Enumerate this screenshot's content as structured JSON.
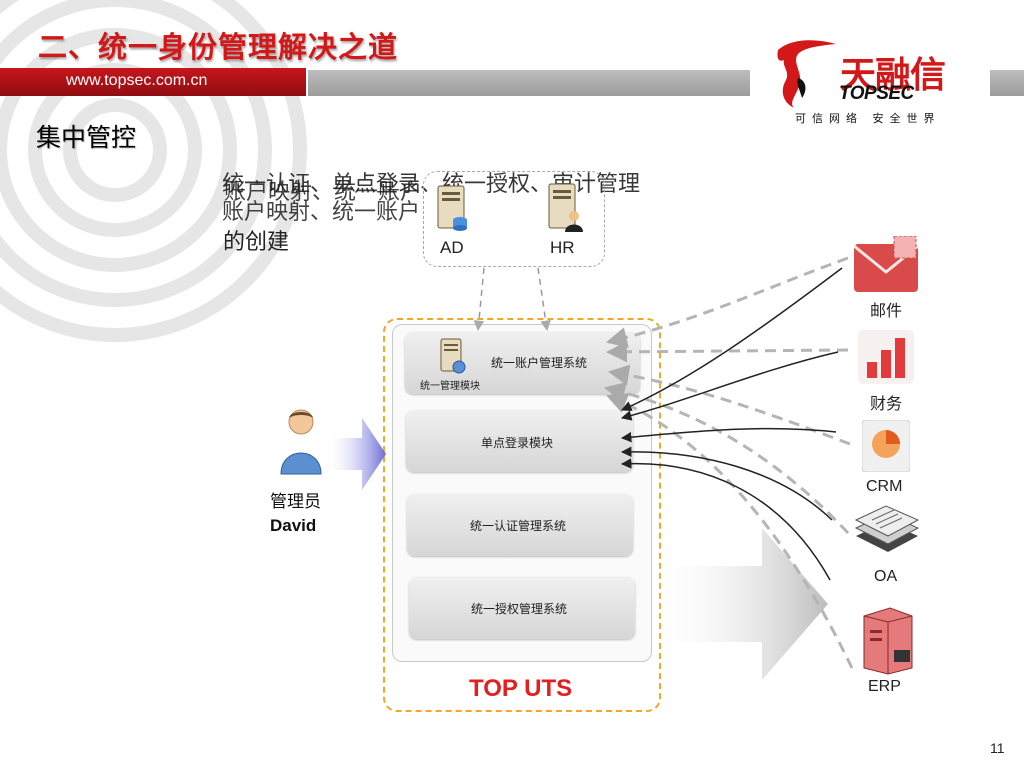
{
  "header": {
    "title": "二、统一身份管理解决之道",
    "url": "www.topsec.com.cn"
  },
  "logo": {
    "cn": "天融信",
    "en": "TOPSEC",
    "tagline": "可信网络  安全世界"
  },
  "section_title": "集中管控",
  "overlapping_text": {
    "line1": "统一认证、单点登录、统一授权、审计管理",
    "line2": "账户映射、统一账户",
    "line3": "的创建"
  },
  "sources": {
    "ad": "AD",
    "hr": "HR"
  },
  "uts": {
    "label": "TOP UTS",
    "account_module_label": "统一管理模块",
    "account_system": "统一账户管理系统",
    "sso_module": "单点登录模块",
    "auth_system": "统一认证管理系统",
    "authz_system": "统一授权管理系统"
  },
  "admin": {
    "role": "管理员",
    "name": "David"
  },
  "apps": [
    {
      "label": "邮件"
    },
    {
      "label": "财务"
    },
    {
      "label": "CRM"
    },
    {
      "label": "OA"
    },
    {
      "label": "ERP"
    }
  ],
  "footer": {
    "page_number": "11"
  },
  "colors": {
    "brand_red": "#d21818",
    "uts_frame": "#f5a623",
    "uts_label": "#e32020"
  }
}
